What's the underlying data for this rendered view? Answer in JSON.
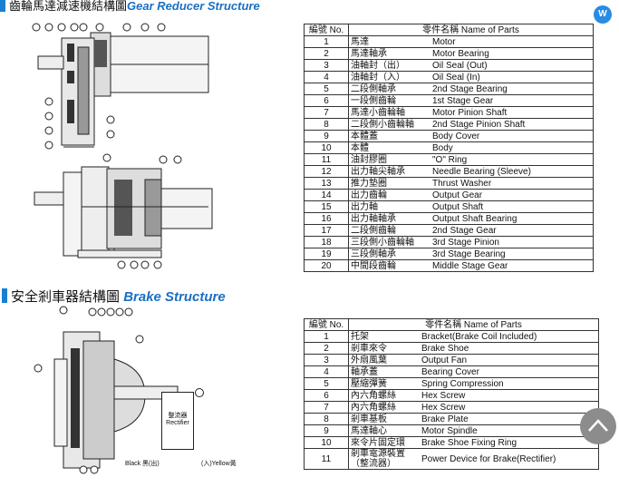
{
  "gear_section": {
    "title_zh": "齒輪馬達減速機結構圖",
    "title_en": "Gear Reducer Structure",
    "table": {
      "header_no": "編號 No.",
      "header_name": "零件名稱 Name of Parts",
      "rows": [
        {
          "no": "1",
          "zh": "馬達",
          "en": "Motor"
        },
        {
          "no": "2",
          "zh": "馬達軸承",
          "en": "Motor Bearing"
        },
        {
          "no": "3",
          "zh": "油軸封（出）",
          "en": "Oil Seal (Out)"
        },
        {
          "no": "4",
          "zh": "油軸封（入）",
          "en": "Oil Seal (In)"
        },
        {
          "no": "5",
          "zh": "二段側軸承",
          "en": "2nd Stage Bearing"
        },
        {
          "no": "6",
          "zh": "一段側齒輪",
          "en": "1st Stage Gear"
        },
        {
          "no": "7",
          "zh": "馬達小齒輪軸",
          "en": "Motor Pinion Shaft"
        },
        {
          "no": "8",
          "zh": "二段側小齒輪軸",
          "en": "2nd Stage Pinion Shaft"
        },
        {
          "no": "9",
          "zh": "本體蓋",
          "en": "Body Cover"
        },
        {
          "no": "10",
          "zh": "本體",
          "en": "Body"
        },
        {
          "no": "11",
          "zh": "油封膠圈",
          "en": "\"O\" Ring"
        },
        {
          "no": "12",
          "zh": "出力軸尖軸承",
          "en": "Needle Bearing (Sleeve)"
        },
        {
          "no": "13",
          "zh": "推力墊圈",
          "en": "Thrust Washer"
        },
        {
          "no": "14",
          "zh": "出力齒輪",
          "en": "Output Gear"
        },
        {
          "no": "15",
          "zh": "出力軸",
          "en": "Output Shaft"
        },
        {
          "no": "16",
          "zh": "出力軸軸承",
          "en": "Output Shaft Bearing"
        },
        {
          "no": "17",
          "zh": "二段側齒輪",
          "en": "2nd Stage Gear"
        },
        {
          "no": "18",
          "zh": "三段側小齒輪軸",
          "en": "3rd Stage Pinion"
        },
        {
          "no": "19",
          "zh": "三段側軸承",
          "en": "3rd Stage Bearing"
        },
        {
          "no": "20",
          "zh": "中間段齒輪",
          "en": "Middle Stage Gear"
        }
      ]
    }
  },
  "brake_section": {
    "title_zh": "安全剎車器結構圖",
    "title_en": "Brake Structure",
    "rectifier_label": "整流器 Rectifier",
    "wire_black": "Black 黑(出)",
    "wire_yellow": "(入)Yellow黃",
    "table": {
      "header_no": "編號 No.",
      "header_name": "零件名稱 Name of Parts",
      "rows": [
        {
          "no": "1",
          "zh": "托架",
          "en": "Bracket(Brake Coil Included)"
        },
        {
          "no": "2",
          "zh": "剎車來令",
          "en": "Brake Shoe"
        },
        {
          "no": "3",
          "zh": "外扇風葉",
          "en": "Output Fan"
        },
        {
          "no": "4",
          "zh": "軸承蓋",
          "en": "Bearing Cover"
        },
        {
          "no": "5",
          "zh": "壓縮彈簧",
          "en": "Spring Compression"
        },
        {
          "no": "6",
          "zh": "內六角螺絲",
          "en": "Hex Screw"
        },
        {
          "no": "7",
          "zh": "內六角螺絲",
          "en": "Hex Screw"
        },
        {
          "no": "8",
          "zh": "剎車基板",
          "en": "Brake Plate"
        },
        {
          "no": "9",
          "zh": "馬達軸心",
          "en": "Motor Spindle"
        },
        {
          "no": "10",
          "zh": "來令片固定環",
          "en": "Brake Shoe Fixing Ring"
        },
        {
          "no": "11",
          "zh": "剎車電源裝置（整流器）",
          "en": "Power Device for Brake(Rectifier)"
        }
      ]
    }
  },
  "badge_icon": "document-icon",
  "scroll_icon": "chevron-up-icon"
}
